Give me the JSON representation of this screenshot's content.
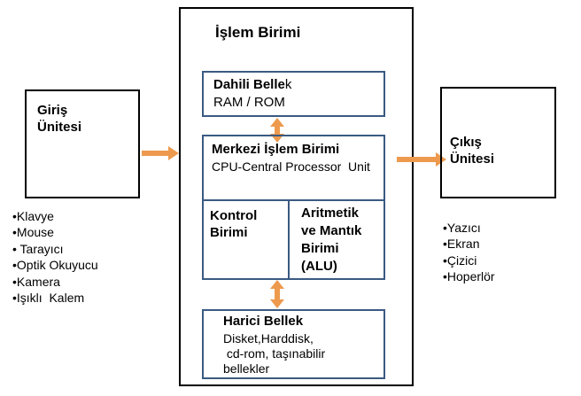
{
  "diagram": {
    "title_text": "İşlem Birimi",
    "colors": {
      "arrow": "#ED9A4E",
      "inner_border": "#3A5A82",
      "outer_border": "#000000",
      "text": "#000000"
    }
  },
  "input_unit": {
    "label_line1": "Giriş",
    "label_line2": "Ünitesi",
    "devices": [
      "•Klavye",
      "•Mouse",
      "• Tarayıcı",
      "•Optik Okuyucu",
      "•Kamera",
      "•Işıklı  Kalem"
    ]
  },
  "processing_unit": {
    "title": "İşlem Birimi",
    "internal_memory": {
      "title_bold": "Dahili Belle",
      "title_tail": "k",
      "subtitle": "RAM / ROM"
    },
    "cpu": {
      "title": "Merkezi İşlem Birimi",
      "subtitle": "CPU-Central Processor  Unit"
    },
    "control_unit": {
      "line1": "Kontrol",
      "line2": "Birimi"
    },
    "alu": {
      "line1": "Aritmetik",
      "line2": "ve Mantık",
      "line3": "Birimi",
      "line4": "(ALU)"
    },
    "external_memory": {
      "title": "Harici Bellek",
      "line1": "Disket,Harddisk,",
      "line2": " cd-rom, taşınabilir",
      "line3": "bellekler"
    }
  },
  "output_unit": {
    "label_line1": "Çıkış",
    "label_line2": "Ünitesi",
    "devices": [
      "•Yazıcı",
      "•Ekran",
      "•Çizici",
      "•Hoperlör"
    ]
  },
  "arrows": {
    "input_to_processing": "arrow-right",
    "memory_to_cpu": "arrow-double-vertical",
    "cpu_to_external_memory": "arrow-double-vertical",
    "processing_to_output": "arrow-right"
  }
}
